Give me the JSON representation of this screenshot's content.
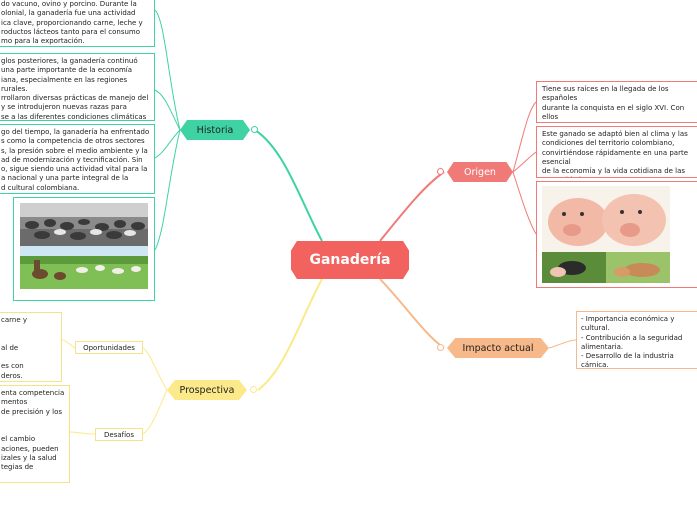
{
  "central": {
    "label": "Ganadería"
  },
  "historia": {
    "label": "Historia",
    "text1": "do vacuno, ovino y porcino. Durante la\nolonial, la ganadería fue una actividad\nica clave, proporcionando carne, leche y\nroductos lácteos tanto para el consumo\nmo para la exportación.",
    "text2": "glos posteriores, la ganadería continuó\nuna parte importante de la economía\niana, especialmente en las regiones rurales.\nrrollaron diversas prácticas de manejo del\ny se introdujeron nuevas razas para\nse a las diferentes condiciones climáticas y\nicas del país.",
    "text3": "go del tiempo, la ganadería ha enfrentado\ns como la competencia de otros sectores\ns, la presión sobre el medio ambiente y la\nad de modernización y tecnificación. Sin\no, sigue siendo una actividad vital para la\na nacional y una parte integral de la\nd cultural colombiana."
  },
  "origen": {
    "label": "Origen",
    "text1": "Tiene sus raíces en la llegada de los españoles\ndurante la conquista en el siglo XVI. Con ellos\ntrajeron ganado vacuno, ovino y porcino,\nmarcando así el inicio de la actividad",
    "text2": "Este ganado se adaptó bien al clima y las\ncondiciones del territorio colombiano,\nconvirtiéndose rápidamente en una parte esencial\nde la economía y la vida cotidiana de las\ncomunidades"
  },
  "impacto": {
    "label": "Impacto actual",
    "text": "- Importancia económica y cultural.\n- Contribución a la seguridad alimentaria.\n- Desarrollo de la industria cárnica.\n- Seguridad alimentaria.\n- Industria cárnica y láctea.\n- Creciente interés en promover prácticas\nganaderas que minimicen los impactos\nambientales y maximicen la eficiencia."
  },
  "prospectiva": {
    "label": "Prospectiva",
    "oportunidades": {
      "label": "Oportunidades",
      "text": "carne y\n\n\nal de\n\nes con\nderos."
    },
    "desafios": {
      "label": "Desafíos",
      "text": "enta competencia\nmentos\nde precisión y los\n\n\nel cambio\naciones, pueden\nizales y la salud\ntegias de"
    }
  },
  "colors": {
    "central": "#f2635f",
    "historia": "#3fd3a4",
    "origen": "#f07a78",
    "impacto": "#f7b98a",
    "prospectiva": "#fbe98a"
  }
}
